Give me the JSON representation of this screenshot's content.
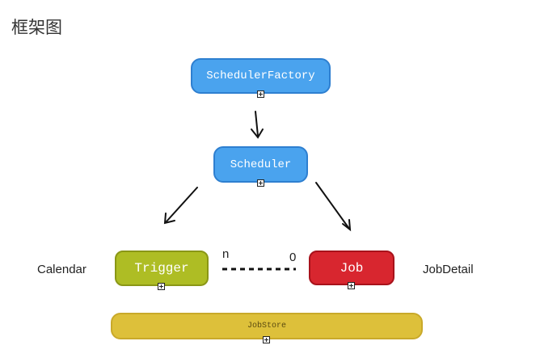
{
  "title": "框架图",
  "nodes": {
    "scheduler_factory": "SchedulerFactory",
    "scheduler": "Scheduler",
    "trigger": "Trigger",
    "job": "Job",
    "job_store": "JobStore"
  },
  "side_labels": {
    "calendar": "Calendar",
    "job_detail": "JobDetail"
  },
  "relation": {
    "left_multiplicity": "n",
    "right_multiplicity": "0"
  },
  "colors": {
    "blue": "#4aa3ee",
    "green": "#aebd24",
    "red": "#d8262f",
    "gold": "#ddc03a"
  }
}
